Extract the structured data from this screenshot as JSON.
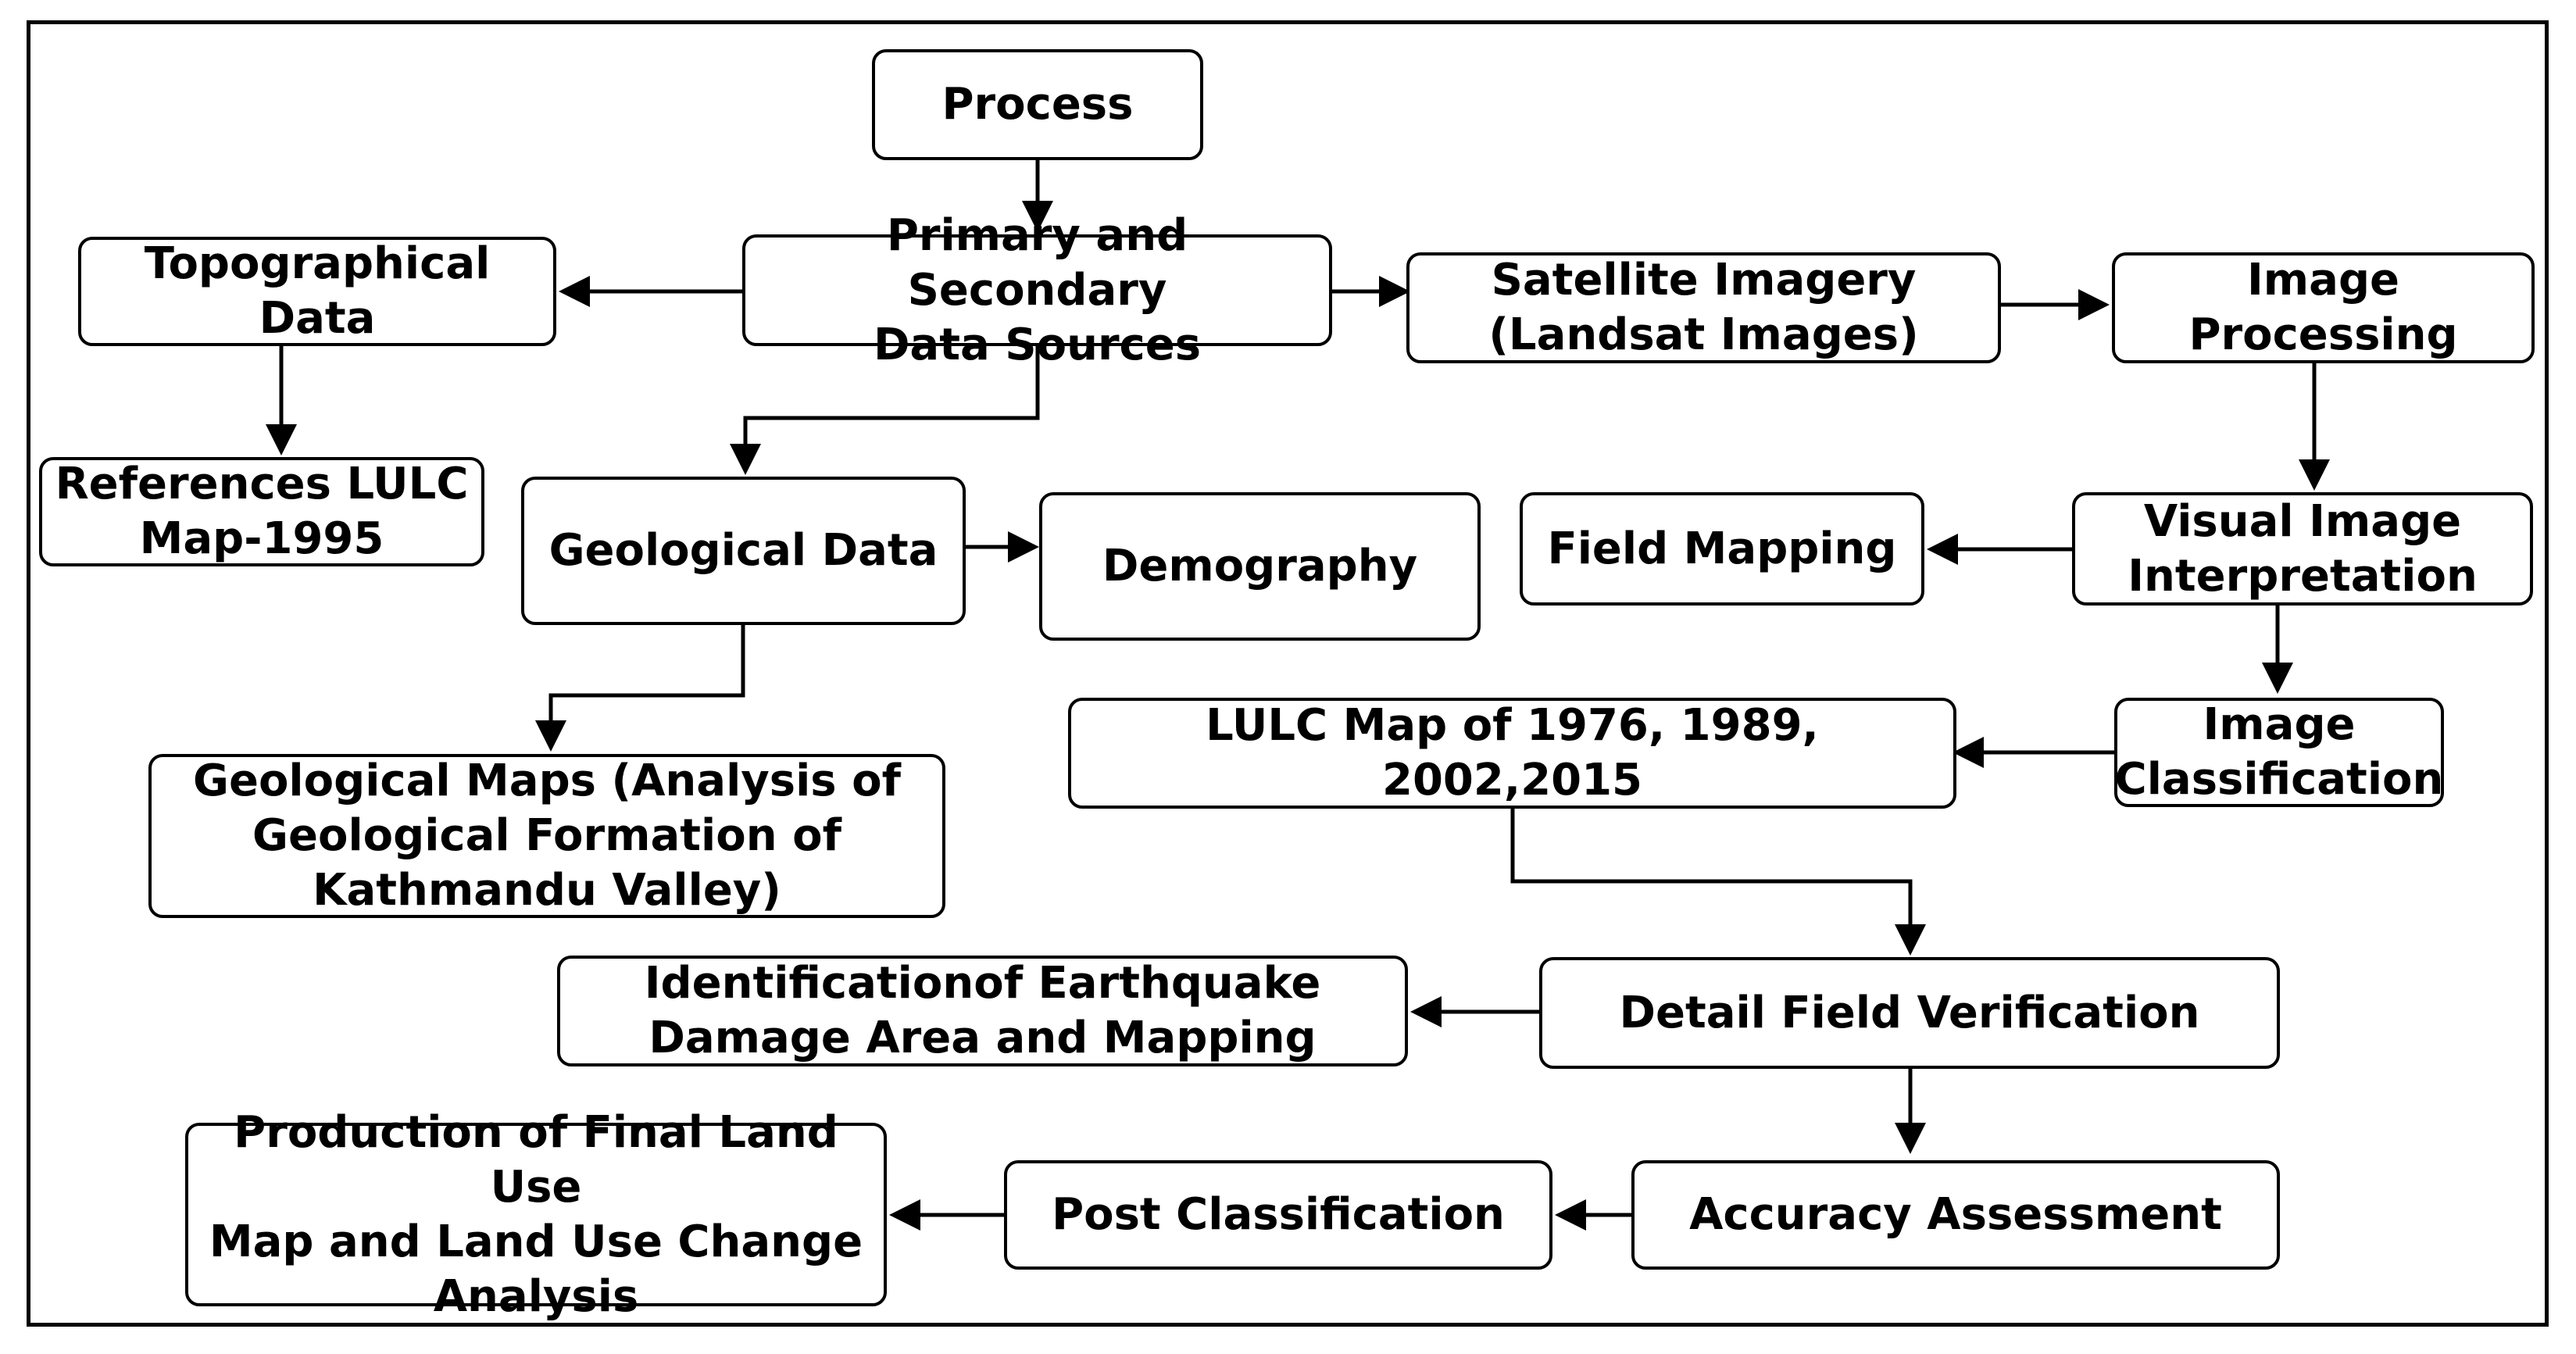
{
  "nodes": {
    "process": "Process",
    "primary_secondary": "Primary and Secondary\nData Sources",
    "topographical": "Topographical Data",
    "references_lulc": "References LULC\nMap-1995",
    "satellite": "Satellite Imagery\n(Landsat Images)",
    "image_processing": "Image\nProcessing",
    "geological_data": "Geological Data",
    "demography": "Demography",
    "field_mapping": "Field Mapping",
    "visual_interpretation": "Visual Image\nInterpretation",
    "geological_maps": "Geological Maps (Analysis of\nGeological Formation of\nKathmandu Valley)",
    "lulc_map": "LULC Map of 1976, 1989, 2002,2015",
    "image_classification": "Image\nClassification",
    "identification": "Identificationof Earthquake\nDamage Area and Mapping",
    "detail_verification": "Detail Field Verification",
    "production": "Production of Final Land Use\nMap and Land Use Change\nAnalysis",
    "post_classification": "Post Classification",
    "accuracy": "Accuracy Assessment"
  },
  "edges": [
    {
      "from": "process",
      "to": "primary_secondary"
    },
    {
      "from": "primary_secondary",
      "to": "topographical"
    },
    {
      "from": "primary_secondary",
      "to": "satellite"
    },
    {
      "from": "primary_secondary",
      "to": "geological_data"
    },
    {
      "from": "topographical",
      "to": "references_lulc"
    },
    {
      "from": "satellite",
      "to": "image_processing"
    },
    {
      "from": "image_processing",
      "to": "visual_interpretation"
    },
    {
      "from": "visual_interpretation",
      "to": "field_mapping"
    },
    {
      "from": "visual_interpretation",
      "to": "image_classification"
    },
    {
      "from": "geological_data",
      "to": "demography"
    },
    {
      "from": "geological_data",
      "to": "geological_maps"
    },
    {
      "from": "image_classification",
      "to": "lulc_map"
    },
    {
      "from": "lulc_map",
      "to": "detail_verification"
    },
    {
      "from": "detail_verification",
      "to": "identification"
    },
    {
      "from": "detail_verification",
      "to": "accuracy"
    },
    {
      "from": "accuracy",
      "to": "post_classification"
    },
    {
      "from": "post_classification",
      "to": "production"
    }
  ]
}
